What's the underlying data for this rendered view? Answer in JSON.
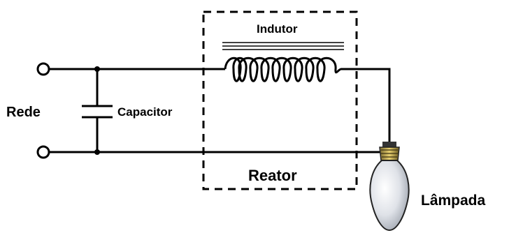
{
  "labels": {
    "rede": "Rede",
    "capacitor": "Capacitor",
    "indutor": "Indutor",
    "reator": "Reator",
    "lampada": "Lâmpada"
  },
  "colors": {
    "wire": "#000000",
    "background": "#ffffff",
    "lamp_glass": "#c8ccd4",
    "lamp_base": "#d8b040"
  },
  "icons": [
    "terminal-icon",
    "capacitor-icon",
    "inductor-coil-icon",
    "lamp-bulb-icon"
  ]
}
